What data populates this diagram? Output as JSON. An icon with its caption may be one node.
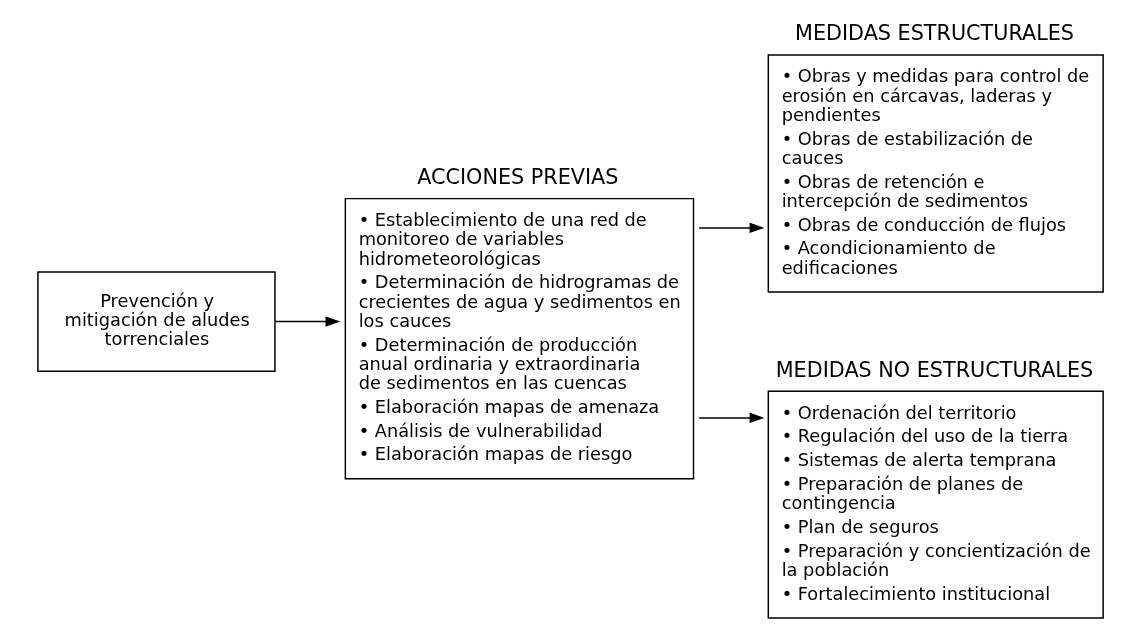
{
  "diagram": {
    "nodes": [
      {
        "text": [
          "Prevención y mitigación de aludes torrenciales"
        ]
      },
      {
        "text": [
          "ACCIONES PREVIAS",
          "• Establecimiento de una red de monitoreo de variables hidrometeorológicas",
          "• Determinación de hidrogramas de crecientes de agua y sedimentos en los cauces",
          "• Determinación de producción anual ordinaria y extraordinaria de sedimentos en las cuencas",
          "• Elaboración mapas de amenaza",
          "• Análisis de vulnerabilidad",
          "• Elaboración mapas de riesgo"
        ]
      },
      {
        "text": [
          "MEDIDAS ESTRUCTURALES",
          "• Obras y medidas para control de erosión en cárcavas, laderas y pendientes",
          "• Obras de estabilización de cauces",
          "• Obras de retención e intercepción de sedimentos",
          "• Obras de conducción de flujos",
          "• Acondicionamiento de edificaciones"
        ]
      },
      {
        "text": [
          "MEDIDAS NO ESTRUCTURALES",
          "• Ordenación del territorio",
          "• Regulación del uso de la tierra",
          "• Sistemas de alerta temprana",
          "• Preparación de planes de contingencia",
          "• Plan de seguros",
          "• Preparación y concientización de la población",
          "• Fortalecimiento institucional"
        ]
      }
    ],
    "edges": [
      {
        "from": 0,
        "to": 1,
        "arrow": "to"
      },
      {
        "from": 1,
        "to": 2,
        "arrow": "to"
      },
      {
        "from": 1,
        "to": 3,
        "arrow": "to"
      }
    ]
  }
}
